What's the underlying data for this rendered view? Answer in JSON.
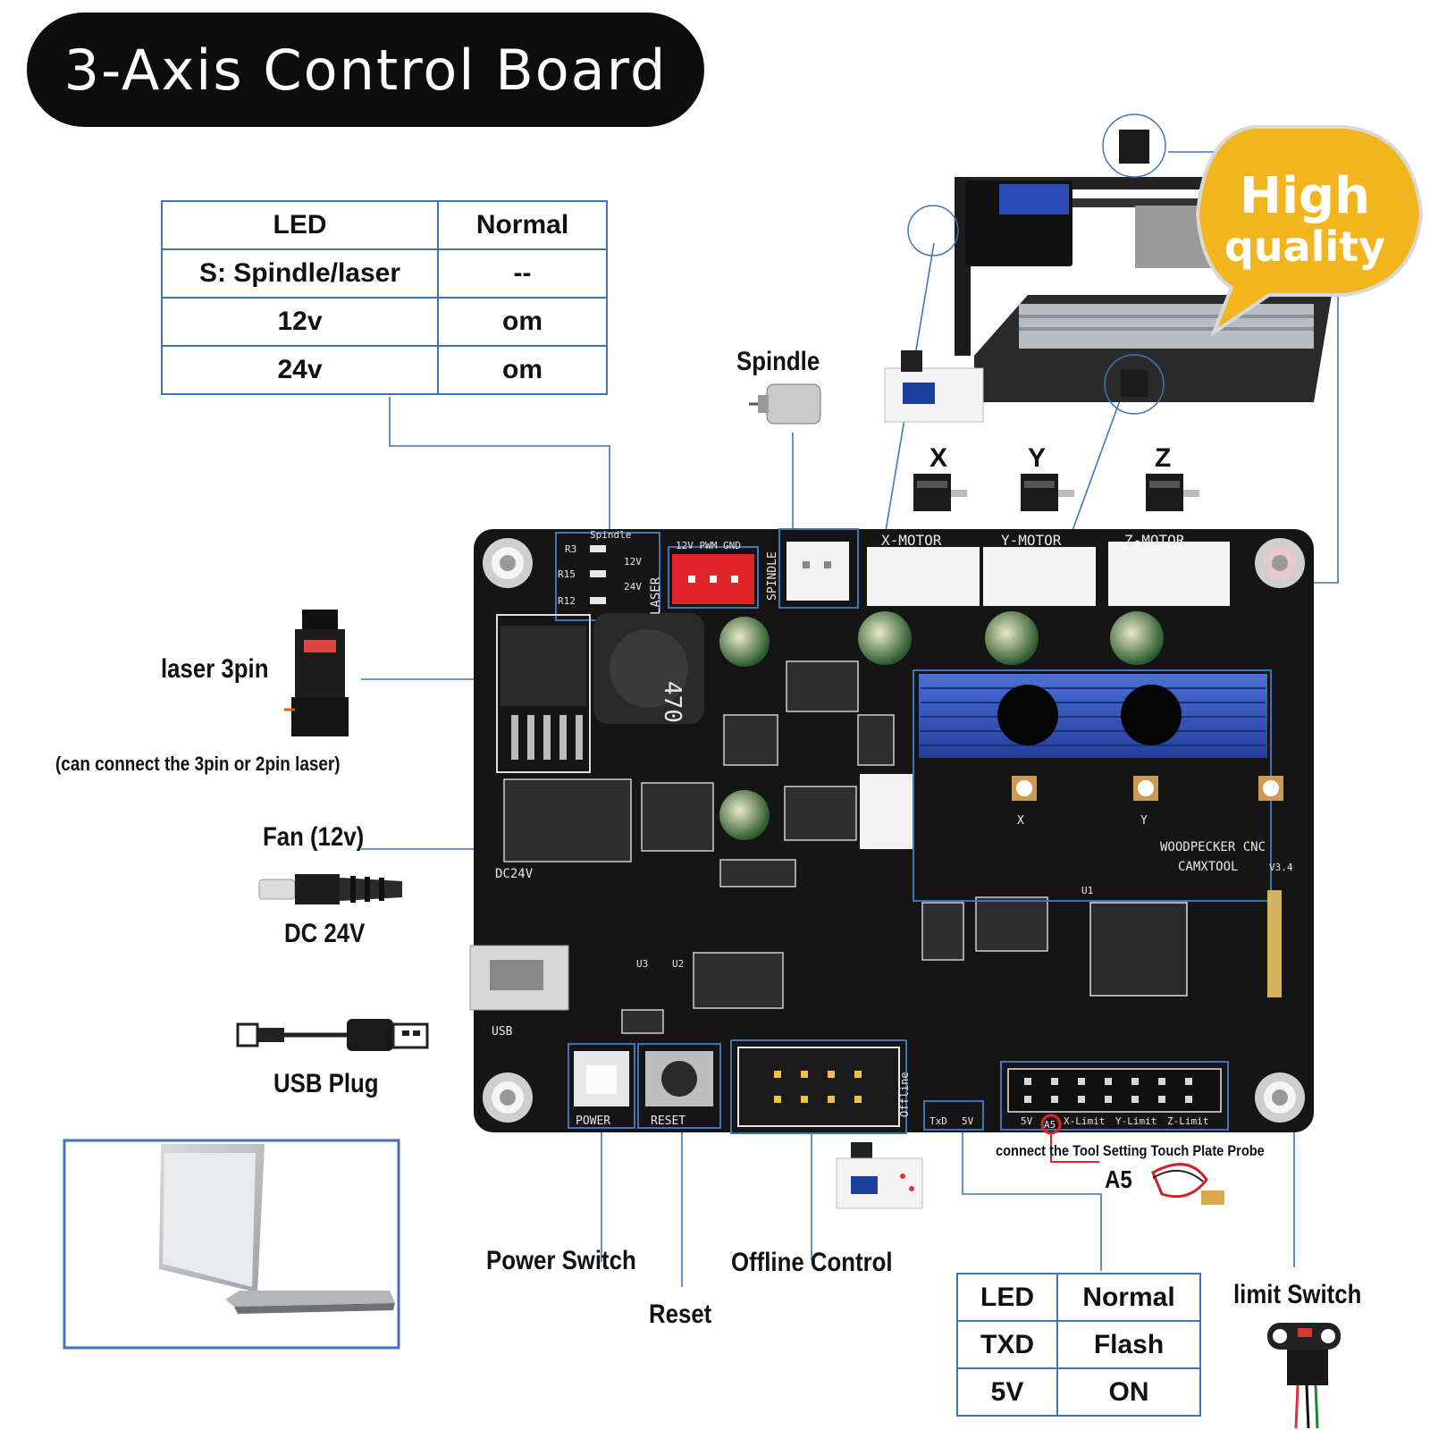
{
  "title": "3-Axis Control Board",
  "badge": {
    "line1": "High",
    "line2": "quality"
  },
  "led_table_top": {
    "header": [
      "LED",
      "Normal"
    ],
    "rows": [
      [
        "S: Spindle/laser",
        "--"
      ],
      [
        "12v",
        "om"
      ],
      [
        "24v",
        "om"
      ]
    ]
  },
  "led_table_bottom": {
    "header": [
      "LED",
      "Normal"
    ],
    "rows": [
      [
        "TXD",
        "Flash"
      ],
      [
        "5V",
        "ON"
      ]
    ]
  },
  "labels": {
    "spindle": "Spindle",
    "axis_x": "X",
    "axis_y": "Y",
    "axis_z": "Z",
    "laser": "laser 3pin",
    "laser_note": "(can connect the 3pin or 2pin laser)",
    "fan": "Fan (12v)",
    "dc": "DC 24V",
    "usb": "USB Plug",
    "power_switch": "Power Switch",
    "reset": "Reset",
    "offline": "Offline Control",
    "probe": "connect the Tool Setting Touch Plate Probe",
    "a5": "A5",
    "limit": "limit Switch"
  },
  "board": {
    "spindle_header": "Spindle",
    "r3": "R3",
    "r15": "R15",
    "r12": "R12",
    "v12": "12V",
    "v24": "24V",
    "laser_vert": "LASER",
    "pwm_header": "12V PWM GND",
    "spindle_vert": "SPINDLE",
    "x_motor": "X-MOTOR",
    "y_motor": "Y-MOTOR",
    "z_motor": "Z-MOTOR",
    "brand1": "WOODPECKER CNC",
    "brand2": "CAMXTOOL",
    "version": "V3.4",
    "dc24v": "DC24V",
    "usb": "USB",
    "power": "POWER",
    "reset": "RESET",
    "offline": "Offline",
    "txd": "TxD",
    "v5": "5V",
    "pin_5v": "5V",
    "pin_a5": "A5",
    "x_limit": "X-Limit",
    "y_limit": "Y-Limit",
    "z_limit": "Z-Limit",
    "inductor": "470",
    "chip_u1": "U1",
    "chip_u2": "U2",
    "chip_u3": "U3",
    "pot_x": "X",
    "pot_y": "Y"
  },
  "colors": {
    "accent_line": "#3f74b8",
    "board": "#151515",
    "heatsink": "#2f4fb8",
    "badge": "#f2b51d",
    "red_connector": "#e0252a",
    "probe_marker": "#e0252a"
  }
}
